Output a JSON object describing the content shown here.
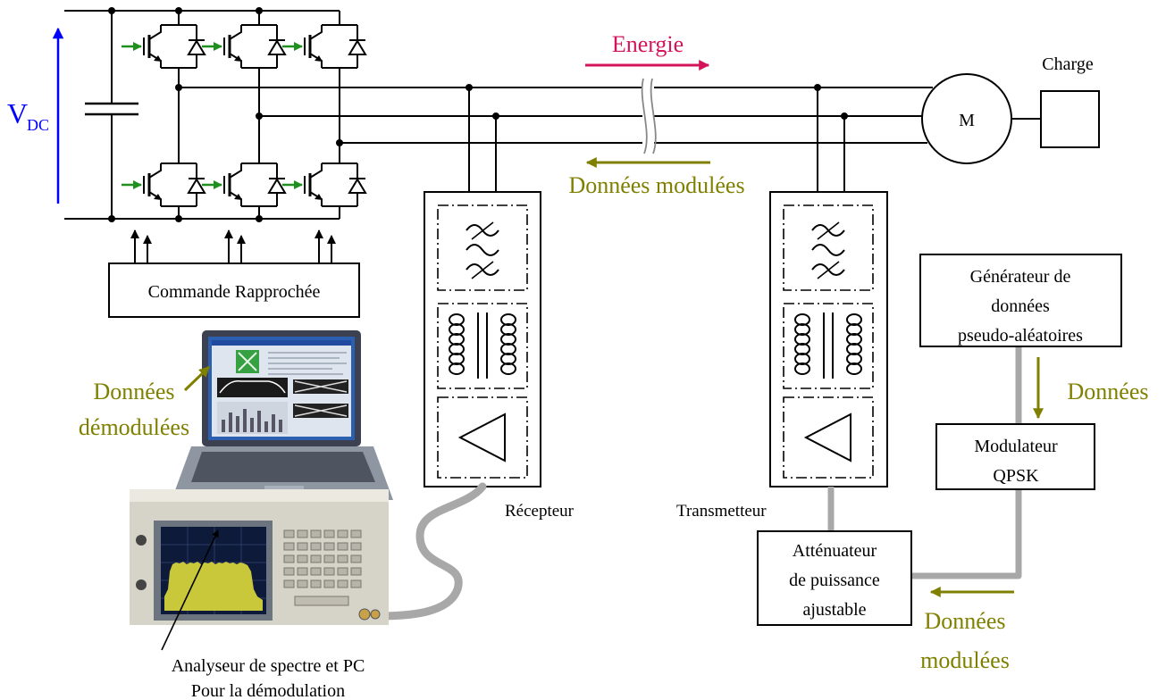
{
  "diagram": {
    "vdc": {
      "main": "V",
      "sub": "DC"
    },
    "energy_label": "Energie",
    "modulated_data_top": "Données modulées",
    "motor_label": "M",
    "load_label": "Charge",
    "driver_label": "Commande Rapprochée",
    "receiver_label": "Récepteur",
    "transmitter_label": "Transmetteur",
    "generator_lines": [
      "Générateur de",
      "données",
      "pseudo-aléatoires"
    ],
    "data_label": "Données",
    "modulator_lines": [
      "Modulateur",
      "QPSK"
    ],
    "attenuator_lines": [
      "Atténuateur",
      "de puissance",
      "ajustable"
    ],
    "modulated_data_bottom": [
      "Données",
      "modulées"
    ],
    "demodulated_data": [
      "Données",
      "démodulées"
    ],
    "analyzer_caption": [
      "Analyseur de spectre et PC",
      "Pour la démodulation"
    ]
  },
  "colors": {
    "vdc": "#0000ff",
    "energy": "#d4145a",
    "data": "#808000",
    "gate": "#1f8f1f",
    "cable": "#a8a8a8"
  },
  "icons": {
    "filter": "filter-icon",
    "transformer": "transformer-icon",
    "amplifier": "amplifier-icon",
    "motor": "motor-icon",
    "capacitor": "capacitor-icon",
    "igbt": "igbt-icon"
  }
}
